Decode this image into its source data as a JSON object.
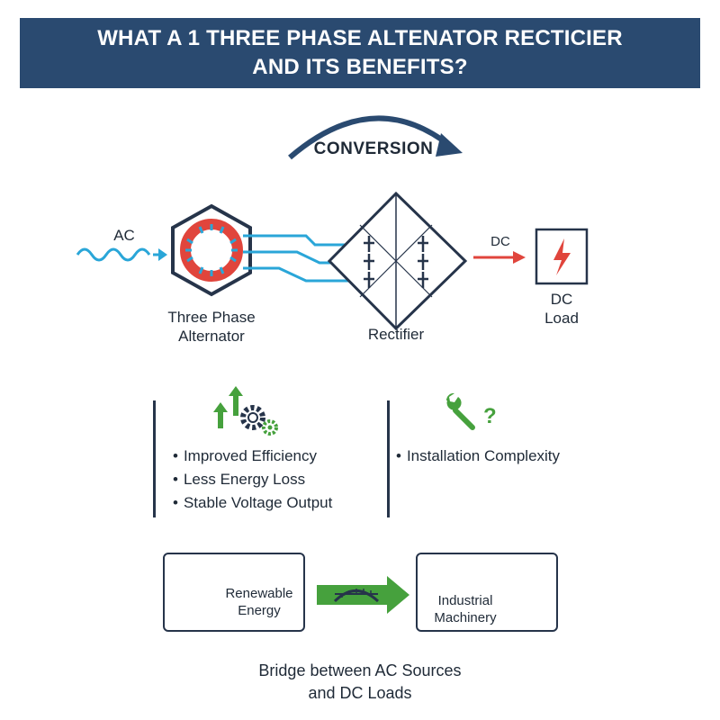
{
  "header": {
    "title_line1": "WHAT A 1 THREE PHASE ALTENATOR RECTICIER",
    "title_line2": "AND ITS BENEFITS?"
  },
  "diagram": {
    "conversion_label": "CONVERSION",
    "ac_label": "AC",
    "alternator_label_line1": "Three Phase",
    "alternator_label_line2": "Alternator",
    "rectifier_label": "Rectifier",
    "dc_label": "DC",
    "dc_load_line1": "DC",
    "dc_load_line2": "Load"
  },
  "benefits": [
    "Improved Efficiency",
    "Less Energy Loss",
    "Stable Voltage Output"
  ],
  "challenges": [
    "Installation Complexity"
  ],
  "applications": {
    "source_line1": "Renewable",
    "source_line2": "Energy",
    "target_line1": "Industrial",
    "target_line2": "Machinery"
  },
  "footer": {
    "line1": "Bridge between AC Sources",
    "line2": "and DC Loads"
  },
  "colors": {
    "header_bg": "#2a4a70",
    "wave_blue": "#2aa6d8",
    "coil_red": "#e0453c",
    "arrow_red": "#e0453c",
    "green": "#46a13d",
    "dark": "#26344a"
  }
}
